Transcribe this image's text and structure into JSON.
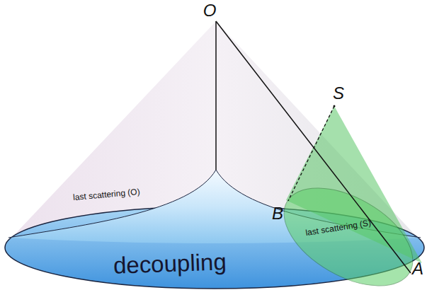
{
  "diagram": {
    "labels": [
      "O",
      "S",
      "last scattering (O)",
      "B",
      "last scattering (S)",
      "decoupling",
      "A"
    ]
  }
}
